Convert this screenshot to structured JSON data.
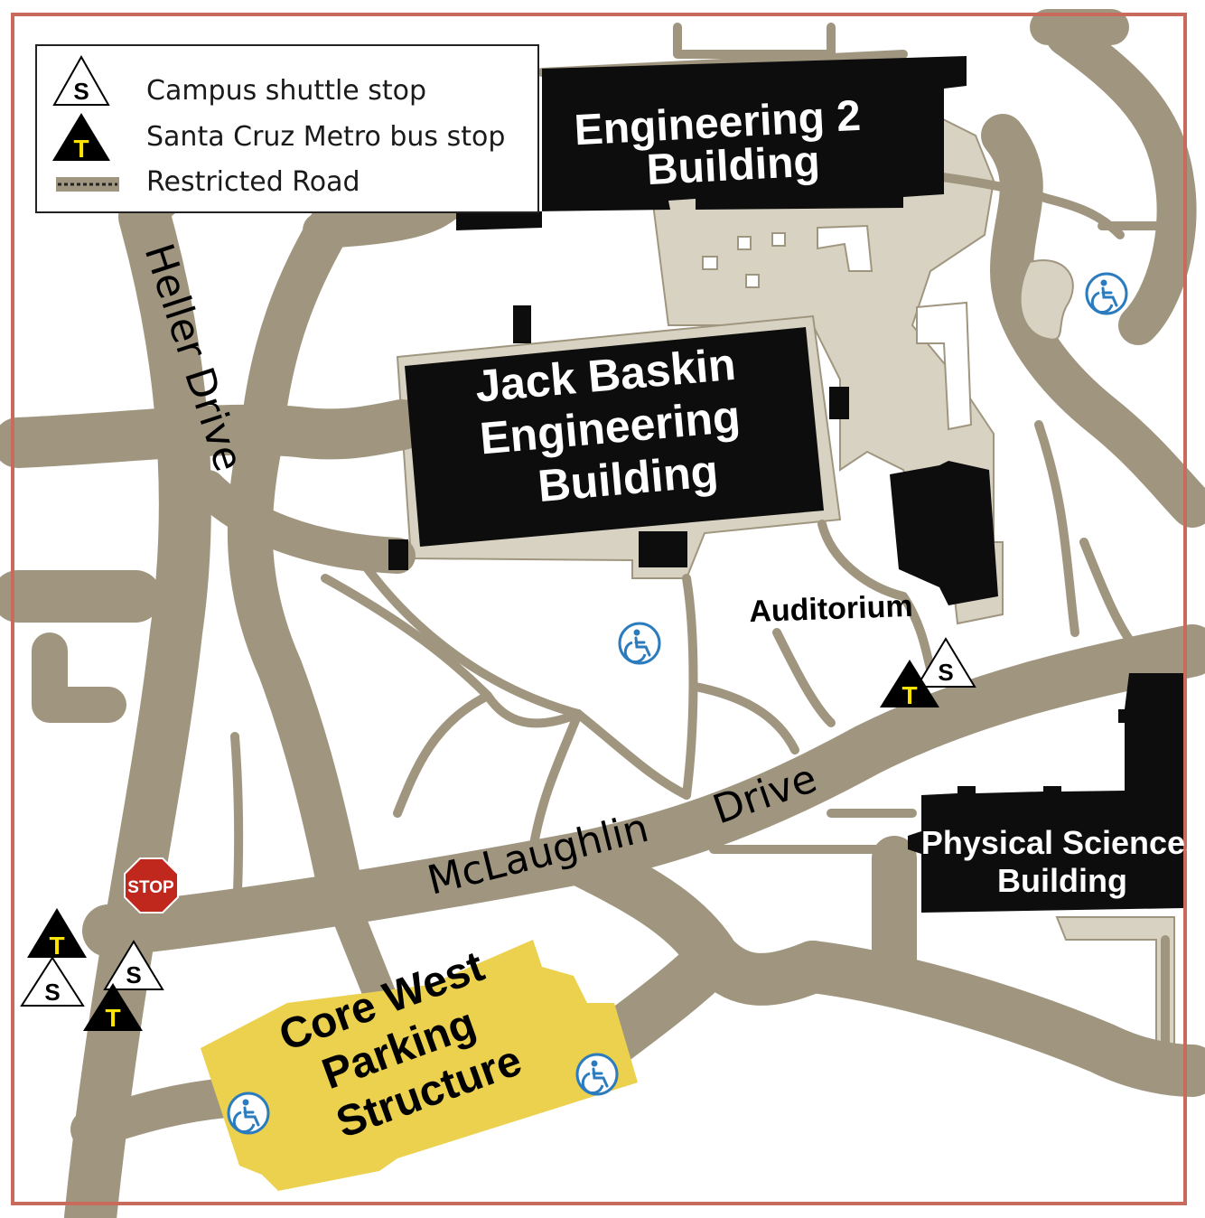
{
  "legend": {
    "items": [
      {
        "label": "Campus shuttle stop",
        "symbol": "S",
        "icon": "shuttle-stop-icon"
      },
      {
        "label": "Santa Cruz Metro bus stop",
        "symbol": "T",
        "icon": "metro-bus-stop-icon"
      },
      {
        "label": "Restricted Road",
        "icon": "restricted-road-icon"
      }
    ]
  },
  "buildings": {
    "engineering2": [
      "Engineering 2",
      "Building"
    ],
    "baskin": [
      "Jack Baskin",
      "Engineering",
      "Building"
    ],
    "auditorium": "Auditorium",
    "physical_sciences": [
      "Physical Sciences",
      "Building"
    ],
    "parking": [
      "Core West",
      "Parking",
      "Structure"
    ]
  },
  "roads": {
    "heller": "Heller Drive",
    "mclaughlin_1": "McLaughlin",
    "mclaughlin_2": "Drive"
  },
  "stop_sign": "STOP",
  "symbols": {
    "shuttle": "S",
    "metro": "T"
  },
  "colors": {
    "road": "#a09680",
    "plaza": "#d8d2c2",
    "building": "#0d0d0d",
    "parking": "#ecd14e",
    "frame": "#c96b5c",
    "stop_sign": "#c0281e",
    "accessible": "#2b7bbf",
    "metro_letter": "#ffe400"
  }
}
